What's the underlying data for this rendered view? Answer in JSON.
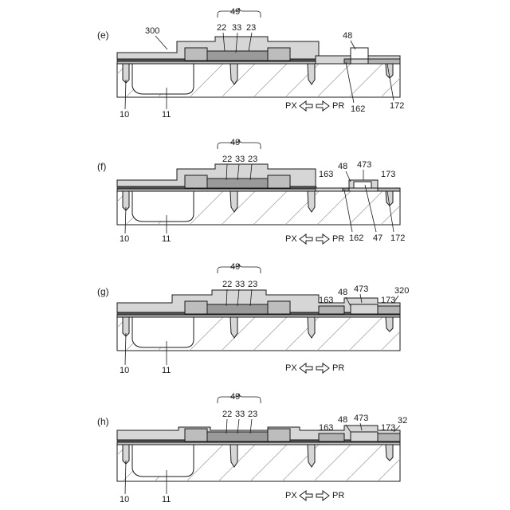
{
  "panels": [
    {
      "id": "e",
      "label": "(e)",
      "group": "49",
      "sublabels": [
        "22",
        "33",
        "23"
      ],
      "top_left_label": "300",
      "right_labels": [
        "48"
      ],
      "bottom_labels": [
        "10",
        "11",
        "162",
        "172"
      ],
      "direction": {
        "left": "PX",
        "right": "PR"
      }
    },
    {
      "id": "f",
      "label": "(f)",
      "group": "49",
      "sublabels": [
        "22",
        "33",
        "23"
      ],
      "right_labels": [
        "163",
        "48",
        "473",
        "173"
      ],
      "bottom_labels": [
        "10",
        "11",
        "162",
        "47",
        "172"
      ],
      "direction": {
        "left": "PX",
        "right": "PR"
      }
    },
    {
      "id": "g",
      "label": "(g)",
      "group": "49",
      "sublabels": [
        "22",
        "33",
        "23"
      ],
      "right_labels": [
        "163",
        "48",
        "473",
        "173",
        "320"
      ],
      "bottom_labels": [
        "10",
        "11"
      ],
      "direction": {
        "left": "PX",
        "right": "PR"
      }
    },
    {
      "id": "h",
      "label": "(h)",
      "group": "49",
      "sublabels": [
        "22",
        "33",
        "23"
      ],
      "right_labels": [
        "163",
        "48",
        "473",
        "173",
        "32"
      ],
      "bottom_labels": [
        "10",
        "11"
      ],
      "direction": {
        "left": "PX",
        "right": "PR"
      }
    }
  ]
}
